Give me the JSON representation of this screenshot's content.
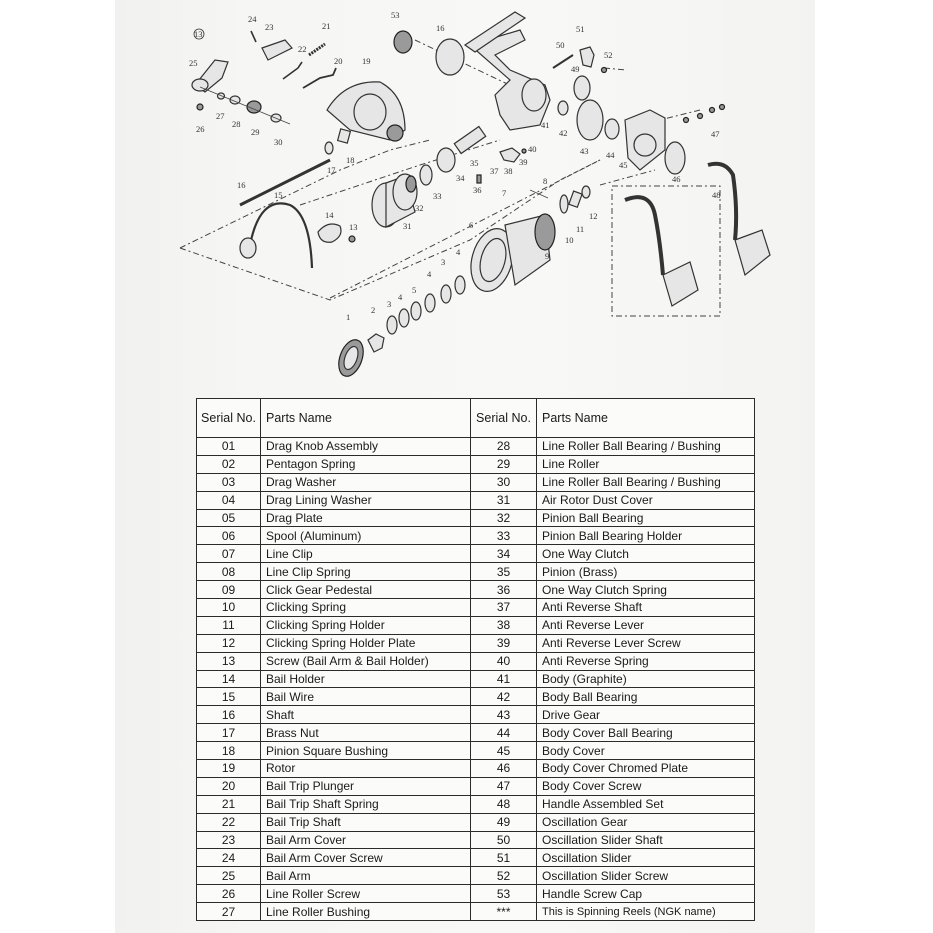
{
  "document": {
    "type": "spinning reel exploded parts diagram",
    "diagram": {
      "callouts": [
        "1",
        "2",
        "3",
        "4",
        "5",
        "6",
        "7",
        "8",
        "9",
        "10",
        "11",
        "12",
        "13",
        "14",
        "15",
        "16",
        "17",
        "18",
        "19",
        "20",
        "21",
        "22",
        "23",
        "24",
        "25",
        "26",
        "27",
        "28",
        "29",
        "30",
        "31",
        "32",
        "33",
        "34",
        "35",
        "36",
        "37",
        "38",
        "39",
        "40",
        "41",
        "42",
        "43",
        "44",
        "45",
        "46",
        "47",
        "48",
        "49",
        "50",
        "51",
        "52",
        "53"
      ],
      "circled_callouts": [
        "3",
        "4",
        "13",
        "16"
      ]
    },
    "table": {
      "headers": {
        "serial_left": "Serial No.",
        "name_left": "Parts Name",
        "serial_right": "Serial No.",
        "name_right": "Parts Name"
      },
      "left": [
        {
          "no": "01",
          "name": "Drag Knob Assembly"
        },
        {
          "no": "02",
          "name": "Pentagon Spring"
        },
        {
          "no": "03",
          "name": "Drag Washer"
        },
        {
          "no": "04",
          "name": "Drag Lining Washer"
        },
        {
          "no": "05",
          "name": "Drag Plate"
        },
        {
          "no": "06",
          "name": "Spool (Aluminum)"
        },
        {
          "no": "07",
          "name": "Line Clip"
        },
        {
          "no": "08",
          "name": "Line Clip Spring"
        },
        {
          "no": "09",
          "name": "Click Gear Pedestal"
        },
        {
          "no": "10",
          "name": "Clicking Spring"
        },
        {
          "no": "11",
          "name": "Clicking Spring Holder"
        },
        {
          "no": "12",
          "name": "Clicking Spring Holder Plate"
        },
        {
          "no": "13",
          "name": "Screw (Bail Arm & Bail Holder)"
        },
        {
          "no": "14",
          "name": "Bail Holder"
        },
        {
          "no": "15",
          "name": "Bail Wire"
        },
        {
          "no": "16",
          "name": "Shaft"
        },
        {
          "no": "17",
          "name": "Brass Nut"
        },
        {
          "no": "18",
          "name": "Pinion Square Bushing"
        },
        {
          "no": "19",
          "name": "Rotor"
        },
        {
          "no": "20",
          "name": "Bail Trip Plunger"
        },
        {
          "no": "21",
          "name": "Bail Trip Shaft Spring"
        },
        {
          "no": "22",
          "name": "Bail Trip Shaft"
        },
        {
          "no": "23",
          "name": "Bail Arm Cover"
        },
        {
          "no": "24",
          "name": "Bail Arm Cover Screw"
        },
        {
          "no": "25",
          "name": "Bail Arm"
        },
        {
          "no": "26",
          "name": "Line Roller Screw"
        },
        {
          "no": "27",
          "name": "Line Roller Bushing"
        }
      ],
      "right": [
        {
          "no": "28",
          "name": "Line Roller Ball Bearing / Bushing"
        },
        {
          "no": "29",
          "name": "Line Roller"
        },
        {
          "no": "30",
          "name": "Line Roller Ball Bearing / Bushing"
        },
        {
          "no": "31",
          "name": "Air Rotor Dust Cover"
        },
        {
          "no": "32",
          "name": "Pinion Ball Bearing"
        },
        {
          "no": "33",
          "name": "Pinion Ball Bearing Holder"
        },
        {
          "no": "34",
          "name": "One Way Clutch"
        },
        {
          "no": "35",
          "name": "Pinion (Brass)"
        },
        {
          "no": "36",
          "name": "One Way Clutch Spring"
        },
        {
          "no": "37",
          "name": "Anti Reverse Shaft"
        },
        {
          "no": "38",
          "name": "Anti Reverse Lever"
        },
        {
          "no": "39",
          "name": "Anti Reverse Lever Screw"
        },
        {
          "no": "40",
          "name": "Anti Reverse Spring"
        },
        {
          "no": "41",
          "name": "Body (Graphite)"
        },
        {
          "no": "42",
          "name": "Body Ball Bearing"
        },
        {
          "no": "43",
          "name": "Drive Gear"
        },
        {
          "no": "44",
          "name": "Body Cover Ball Bearing"
        },
        {
          "no": "45",
          "name": "Body Cover"
        },
        {
          "no": "46",
          "name": "Body Cover Chromed Plate"
        },
        {
          "no": "47",
          "name": "Body Cover Screw"
        },
        {
          "no": "48",
          "name": "Handle Assembled Set"
        },
        {
          "no": "49",
          "name": "Oscillation Gear"
        },
        {
          "no": "50",
          "name": "Oscillation Slider Shaft"
        },
        {
          "no": "51",
          "name": "Oscillation Slider"
        },
        {
          "no": "52",
          "name": "Oscillation Slider Screw"
        },
        {
          "no": "53",
          "name": "Handle Screw Cap"
        },
        {
          "no": "***",
          "name": "This is Spinning Reels (NGK name)"
        }
      ]
    }
  }
}
